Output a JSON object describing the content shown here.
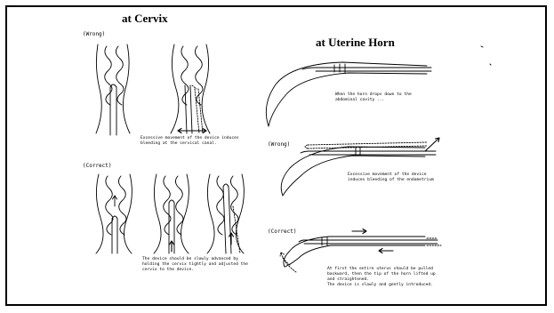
{
  "cervix": {
    "title": "at Cervix",
    "wrong_label": "(Wrong)",
    "correct_label": "(Correct)",
    "wrong_caption": [
      "Excessive movement of the device induces",
      "bleeding at the cervical canal."
    ],
    "correct_caption": [
      "The device should be slowly advanced by",
      "holding the cervix tightly and adjusted the",
      "cervix to the device."
    ]
  },
  "horn": {
    "title": "at Uterine Horn",
    "intro_caption": [
      "When the horn drops down to the",
      "abdominal cavity ..."
    ],
    "wrong_label": "(Wrong)",
    "wrong_caption": [
      "Excessive movement of the device",
      "induces bleeding of the endometrium"
    ],
    "correct_label": "(Correct)",
    "correct_caption": [
      "At first the entire uterus should be pulled",
      "backward, then the tip of the horn lifted up",
      "and straightened.",
      "The device is slowly and gently introduced."
    ]
  }
}
